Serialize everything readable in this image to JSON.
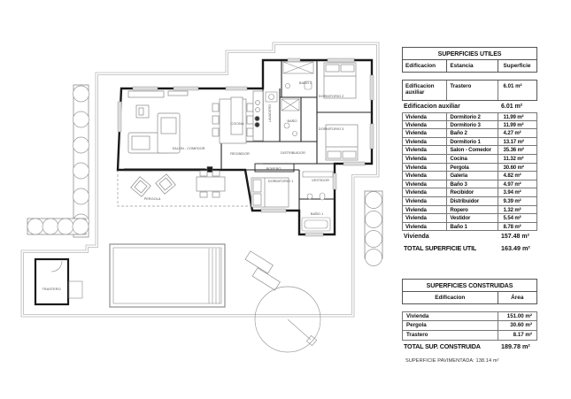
{
  "plan": {
    "rooms": [
      {
        "label": "SALON - COMEDOR"
      },
      {
        "label": "COCINA"
      },
      {
        "label": "LAVADERO"
      },
      {
        "label": "BAÑO"
      },
      {
        "label": "BAÑO 2"
      },
      {
        "label": "DORMITORIO 2"
      },
      {
        "label": "DORMITORIO 3"
      },
      {
        "label": "RECIBIDOR"
      },
      {
        "label": "DISTRIBUIDOR"
      },
      {
        "label": "ROPERO"
      },
      {
        "label": "DORMITORIO 1"
      },
      {
        "label": "VESTIDOR"
      },
      {
        "label": "BAÑO 1"
      },
      {
        "label": "PERGOLA"
      },
      {
        "label": "TRASTERO"
      }
    ]
  },
  "tables": {
    "utiles": {
      "title": "SUPERFICIES UTILES",
      "columns": [
        "Edificacion",
        "Estancia",
        "Superficie"
      ],
      "aux_row": {
        "edificacion": "Edificacion auxiliar",
        "estancia": "Trastero",
        "superficie": "6.01 m²"
      },
      "aux_subtotal": {
        "label": "Edificacion auxiliar",
        "value": "6.01 m²"
      },
      "rows": [
        [
          "Vivienda",
          "Dormitorio 2",
          "11.99 m²"
        ],
        [
          "Vivienda",
          "Dormitorio 3",
          "11.99 m²"
        ],
        [
          "Vivienda",
          "Baño 2",
          "4.27 m²"
        ],
        [
          "Vivienda",
          "Dormitorio 1",
          "13.17 m²"
        ],
        [
          "Vivienda",
          "Salon - Comedor",
          "35.36 m²"
        ],
        [
          "Vivienda",
          "Cocina",
          "11.32 m²"
        ],
        [
          "Vivienda",
          "Pergola",
          "30.60 m²"
        ],
        [
          "Vivienda",
          "Galeria",
          "4.82 m²"
        ],
        [
          "Vivienda",
          "Baño 3",
          "4.97 m²"
        ],
        [
          "Vivienda",
          "Recibidor",
          "3.94 m²"
        ],
        [
          "Vivienda",
          "Distribuidor",
          "9.39 m²"
        ],
        [
          "Vivienda",
          "Ropero",
          "1.32 m²"
        ],
        [
          "Vivienda",
          "Vestidor",
          "5.54 m²"
        ],
        [
          "Vivienda",
          "Baño 1",
          "8.78 m²"
        ]
      ],
      "vivienda_subtotal": {
        "label": "Vivienda",
        "value": "157.48 m²"
      },
      "total": {
        "label": "TOTAL SUPERFICIE UTIL",
        "value": "163.49 m²"
      }
    },
    "construidas": {
      "title": "SUPERFICIES CONSTRUIDAS",
      "columns": [
        "Edificacion",
        "Área"
      ],
      "rows": [
        [
          "Vivienda",
          "151.00 m²"
        ],
        [
          "Pergola",
          "30.60 m²"
        ],
        [
          "Trastero",
          "8.17 m²"
        ]
      ],
      "total": {
        "label": "TOTAL SUP. CONSTRUIDA",
        "value": "189.78 m²"
      }
    },
    "footnote": "SUPERFICIE PAVIMENTADA: 138.14 m²"
  }
}
